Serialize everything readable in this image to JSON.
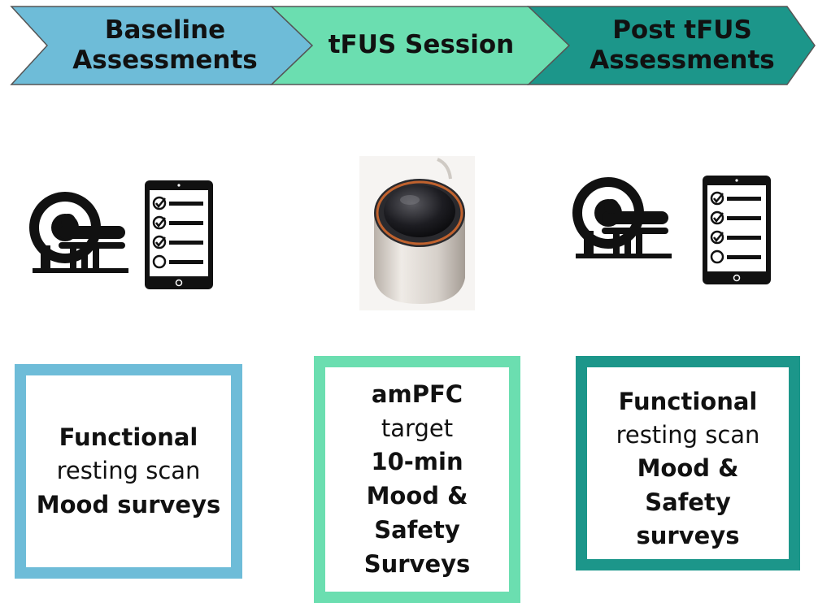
{
  "stages": [
    {
      "lines": [
        "Baseline",
        "Assessments"
      ],
      "color": "#6ebcd8"
    },
    {
      "lines": [
        "tFUS Session"
      ],
      "color": "#6bdeb0"
    },
    {
      "lines": [
        "Post tFUS",
        "Assessments"
      ],
      "color": "#1c968a"
    }
  ],
  "icons": {
    "scanner": "mri-scanner-icon",
    "tablet": "checklist-tablet-icon",
    "transducer": "ultrasound-transducer-image"
  },
  "boxes": [
    {
      "border_color": "#6ebcd8",
      "lines": [
        {
          "text": "Functional",
          "bold": true
        },
        {
          "text": "resting scan",
          "bold": false
        },
        {
          "text": "Mood surveys",
          "bold": true
        }
      ]
    },
    {
      "border_color": "#6bdeb0",
      "lines": [
        {
          "text": "amPFC",
          "bold": true
        },
        {
          "text": "target",
          "bold": false
        },
        {
          "text": "10-min",
          "bold": true
        },
        {
          "text": "Mood &",
          "bold": true
        },
        {
          "text": "Safety",
          "bold": true
        },
        {
          "text": "Surveys",
          "bold": true
        }
      ]
    },
    {
      "border_color": "#1c968a",
      "lines": [
        {
          "text": "Functional",
          "bold": true
        },
        {
          "text": "resting scan",
          "bold": false
        },
        {
          "text": "Mood &",
          "bold": true
        },
        {
          "text": "Safety",
          "bold": true
        },
        {
          "text": "surveys",
          "bold": true
        }
      ]
    }
  ]
}
